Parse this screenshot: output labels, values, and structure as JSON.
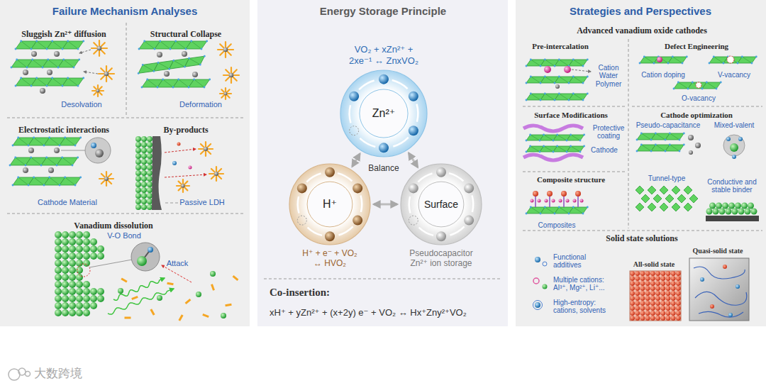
{
  "diagram": {
    "nodes": [
      {
        "text": [
          "Failure Mechanism Analyses"
        ]
      },
      {
        "text": [
          "Sluggish Zn²⁺ diffusion",
          "Desolvation"
        ],
        "in": 0
      },
      {
        "text": [
          "Structural Collapse",
          "Deformation"
        ],
        "in": 0
      },
      {
        "text": [
          "Electrostatic interactions",
          "Cathode Material"
        ],
        "in": 0
      },
      {
        "text": [
          "By-products",
          "Passive LDH"
        ],
        "in": 0
      },
      {
        "text": [
          "Vanadium dissolution",
          "V-O Bond",
          "Attack"
        ],
        "in": 0
      },
      {
        "text": [
          "Energy Storage Principle"
        ]
      },
      {
        "text": [
          "Zn²⁺"
        ],
        "in": 6
      },
      {
        "text": [
          "H⁺"
        ],
        "in": 6
      },
      {
        "text": [
          "Surface"
        ],
        "in": 6
      },
      {
        "text": [
          "Strategies and Perspectives"
        ]
      },
      {
        "text": [
          "Advanced vanadium oxide cathodes"
        ],
        "in": 10
      },
      {
        "text": [
          "Pre-intercalation",
          "Cation Water Polymer"
        ],
        "in": 11
      },
      {
        "text": [
          "Defect Engineering",
          "Cation doping",
          "V-vacancy",
          "O-vacancy"
        ],
        "in": 11
      },
      {
        "text": [
          "Surface Modifications",
          "Protective coating",
          "Cathode"
        ],
        "in": 11
      },
      {
        "text": [
          "Cathode optimization",
          "Pseudo-capacitance",
          "Mixed-valent",
          "Tunnel-type",
          "Conductive and stable binder"
        ],
        "in": 11
      },
      {
        "text": [
          "Composite structure",
          "Composites"
        ],
        "in": 11
      },
      {
        "text": [
          "Solid state solutions",
          "Functional additives",
          "Multiple cations: Al³⁺, Mg²⁺, Li⁺...",
          "High-entropy: cations, solvents",
          "All-solid state",
          "Quasi-solid state"
        ],
        "in": 10
      }
    ],
    "edges": [
      {
        "from": 7,
        "to": 8,
        "arrow": "both"
      },
      {
        "from": 7,
        "to": 9,
        "arrow": "both"
      },
      {
        "from": 8,
        "to": 9,
        "arrow": "both"
      }
    ],
    "labels": [
      "VO₂ + xZn²⁺ + 2xe⁻¹ ↔ ZnxVO₂",
      "Balance",
      "H⁺ + e⁻ + VO₂ ↔ HVO₂",
      "Pseudocapacitor Zn²⁺ ion storage",
      "Co-insertion:",
      "xH⁺ + yZn²⁺ + (x+2y) e⁻ + VO₂ ↔ Hx⁺Zny²⁺VO₂",
      "大数跨境"
    ]
  }
}
